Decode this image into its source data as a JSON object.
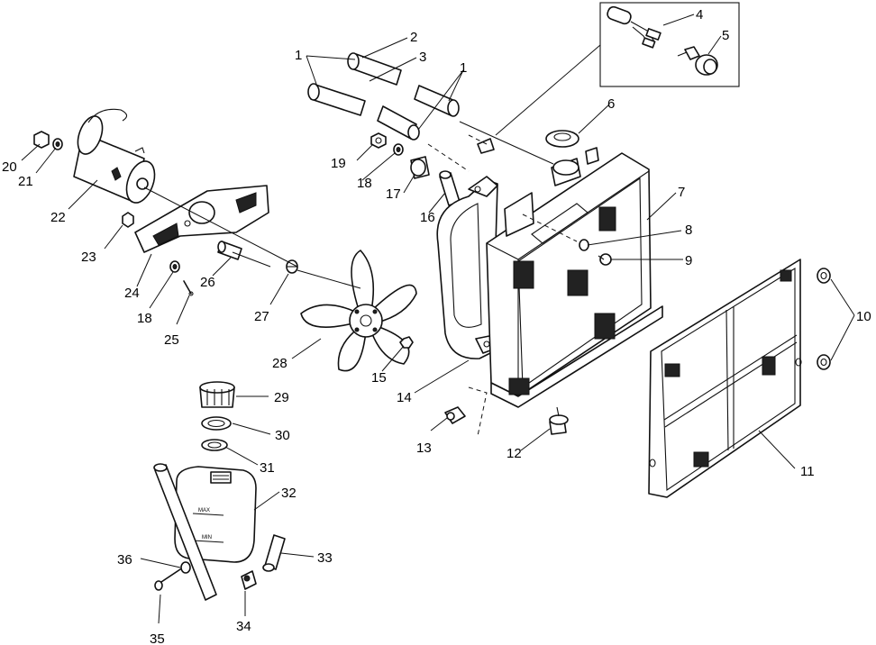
{
  "diagram": {
    "callouts": {
      "c1a": "1",
      "c1b": "1",
      "c2": "2",
      "c3": "3",
      "c4": "4",
      "c5": "5",
      "c6": "6",
      "c7": "7",
      "c8": "8",
      "c9": "9",
      "c10": "10",
      "c11": "11",
      "c12": "12",
      "c13": "13",
      "c14": "14",
      "c15": "15",
      "c16": "16",
      "c17": "17",
      "c18a": "18",
      "c18b": "18",
      "c19": "19",
      "c20": "20",
      "c21": "21",
      "c22": "22",
      "c23": "23",
      "c24": "24",
      "c25": "25",
      "c26": "26",
      "c27": "27",
      "c28": "28",
      "c29": "29",
      "c30": "30",
      "c31": "31",
      "c32": "32",
      "c33": "33",
      "c34": "34",
      "c35": "35",
      "c36": "36"
    },
    "tank_marks": {
      "max": "MAX",
      "min": "MIN"
    }
  }
}
